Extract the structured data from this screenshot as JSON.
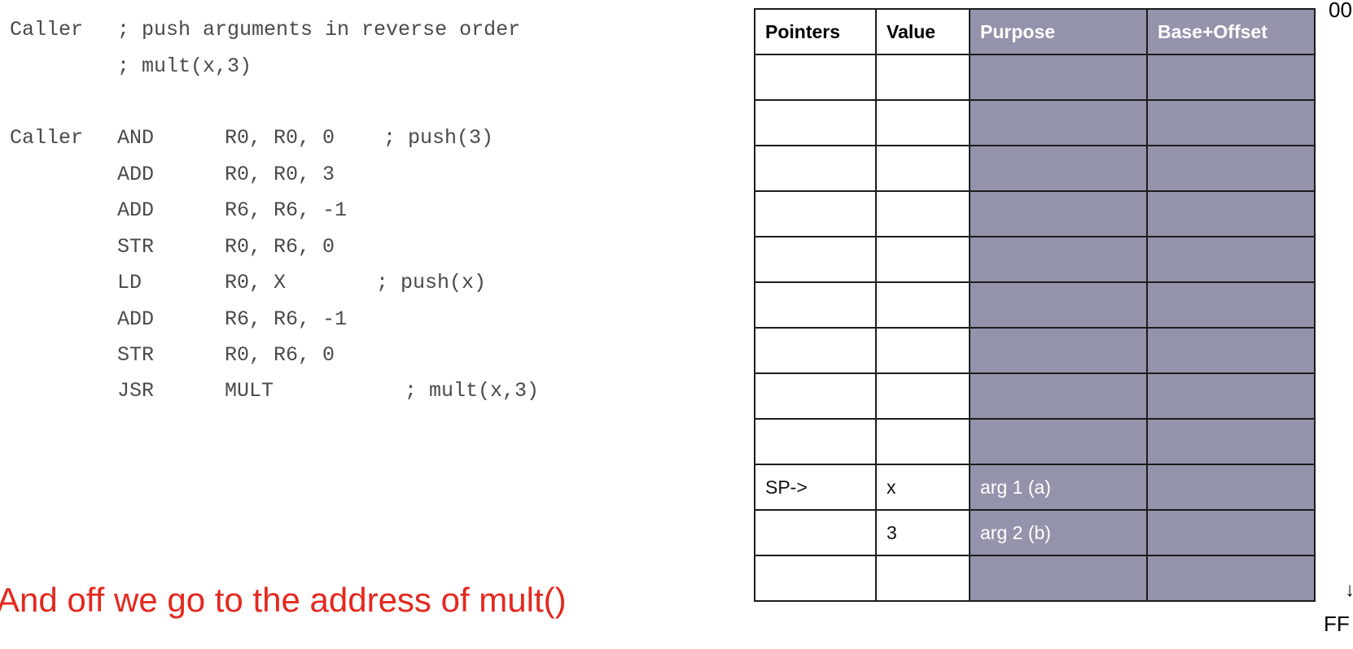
{
  "code": {
    "lines": [
      {
        "label": "Caller",
        "op": "; push arguments in reverse order",
        "args": "",
        "comment": ""
      },
      {
        "label": "",
        "op": "; mult(x,3)",
        "args": "",
        "comment": ""
      },
      {
        "label": "Caller",
        "op": "AND",
        "args": "R0, R0, 0",
        "comment": "; push(3)"
      },
      {
        "label": "",
        "op": "ADD",
        "args": "R0, R0, 3",
        "comment": ""
      },
      {
        "label": "",
        "op": "ADD",
        "args": "R6, R6, -1",
        "comment": ""
      },
      {
        "label": "",
        "op": "STR",
        "args": "R0, R6, 0",
        "comment": ""
      },
      {
        "label": "",
        "op": "LD",
        "args": "R0, X",
        "comment": "; push(x)"
      },
      {
        "label": "",
        "op": "ADD",
        "args": "R6, R6, -1",
        "comment": ""
      },
      {
        "label": "",
        "op": "STR",
        "args": "R0, R6, 0",
        "comment": ""
      },
      {
        "label": "",
        "op": "JSR",
        "args": "MULT",
        "comment": "; mult(x,3)"
      }
    ]
  },
  "note": "And off we go to the address of mult()",
  "stack_table": {
    "headers": [
      "Pointers",
      "Value",
      "Purpose",
      "Base+Offset"
    ],
    "rows": [
      [
        "",
        "",
        "",
        ""
      ],
      [
        "",
        "",
        "",
        ""
      ],
      [
        "",
        "",
        "",
        ""
      ],
      [
        "",
        "",
        "",
        ""
      ],
      [
        "",
        "",
        "",
        ""
      ],
      [
        "",
        "",
        "",
        ""
      ],
      [
        "",
        "",
        "",
        ""
      ],
      [
        "",
        "",
        "",
        ""
      ],
      [
        "",
        "",
        "",
        ""
      ],
      [
        "SP->",
        "x",
        "arg 1 (a)",
        ""
      ],
      [
        "",
        "3",
        "arg 2 (b)",
        ""
      ],
      [
        "",
        "",
        "",
        ""
      ]
    ]
  },
  "edge_labels": {
    "top": "00",
    "bottom_arrow": "↓",
    "bottom": "FF"
  },
  "colors": {
    "shaded_column": "#9394ab",
    "note_red": "#e4281f",
    "code_gray": "#4a4a4a"
  }
}
